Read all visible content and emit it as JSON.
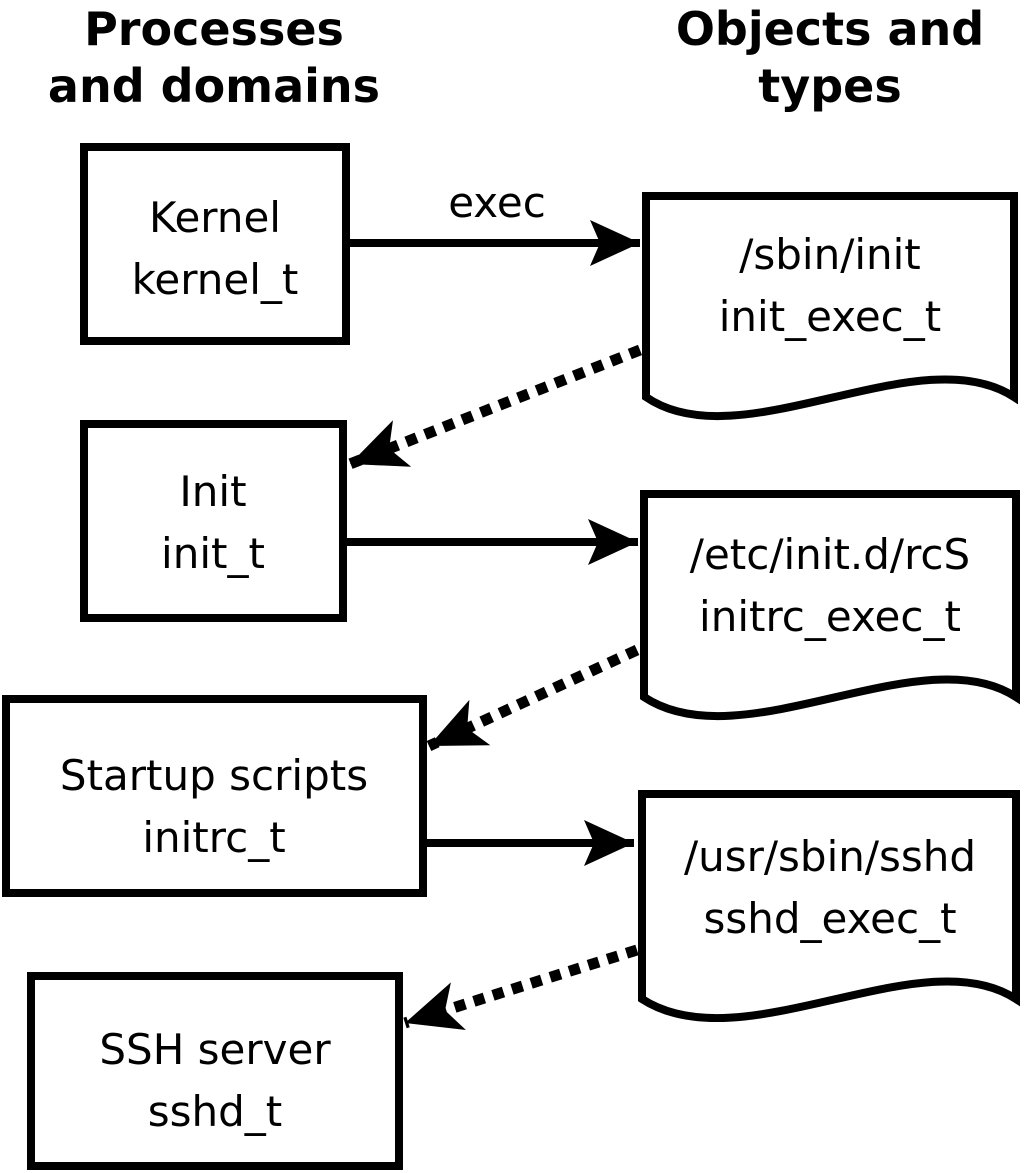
{
  "colors": {
    "stroke": "#000000",
    "background": "#ffffff"
  },
  "columns": {
    "left_header": {
      "line1": "Processes",
      "line2": "and domains"
    },
    "right_header": {
      "line1": "Objects and",
      "line2": "types"
    }
  },
  "process_nodes": [
    {
      "name": "Kernel",
      "type": "kernel_t"
    },
    {
      "name": "Init",
      "type": "init_t"
    },
    {
      "name": "Startup scripts",
      "type": "initrc_t"
    },
    {
      "name": "SSH server",
      "type": "sshd_t"
    }
  ],
  "object_nodes": [
    {
      "path": "/sbin/init",
      "type": "init_exec_t"
    },
    {
      "path": "/etc/init.d/rcS",
      "type": "initrc_exec_t"
    },
    {
      "path": "/usr/sbin/sshd",
      "type": "sshd_exec_t"
    }
  ],
  "edges": {
    "exec_label": "exec",
    "solid_arrows": [
      {
        "from": "Kernel (kernel_t)",
        "to": "/sbin/init (init_exec_t)",
        "label": "exec"
      },
      {
        "from": "Init (init_t)",
        "to": "/etc/init.d/rcS (initrc_exec_t)",
        "label": ""
      },
      {
        "from": "Startup scripts (initrc_t)",
        "to": "/usr/sbin/sshd (sshd_exec_t)",
        "label": ""
      }
    ],
    "dotted_arrows": [
      {
        "from": "/sbin/init (init_exec_t)",
        "to": "Init (init_t)"
      },
      {
        "from": "/etc/init.d/rcS (initrc_exec_t)",
        "to": "Startup scripts (initrc_t)"
      },
      {
        "from": "/usr/sbin/sshd (sshd_exec_t)",
        "to": "SSH server (sshd_t)"
      }
    ]
  }
}
